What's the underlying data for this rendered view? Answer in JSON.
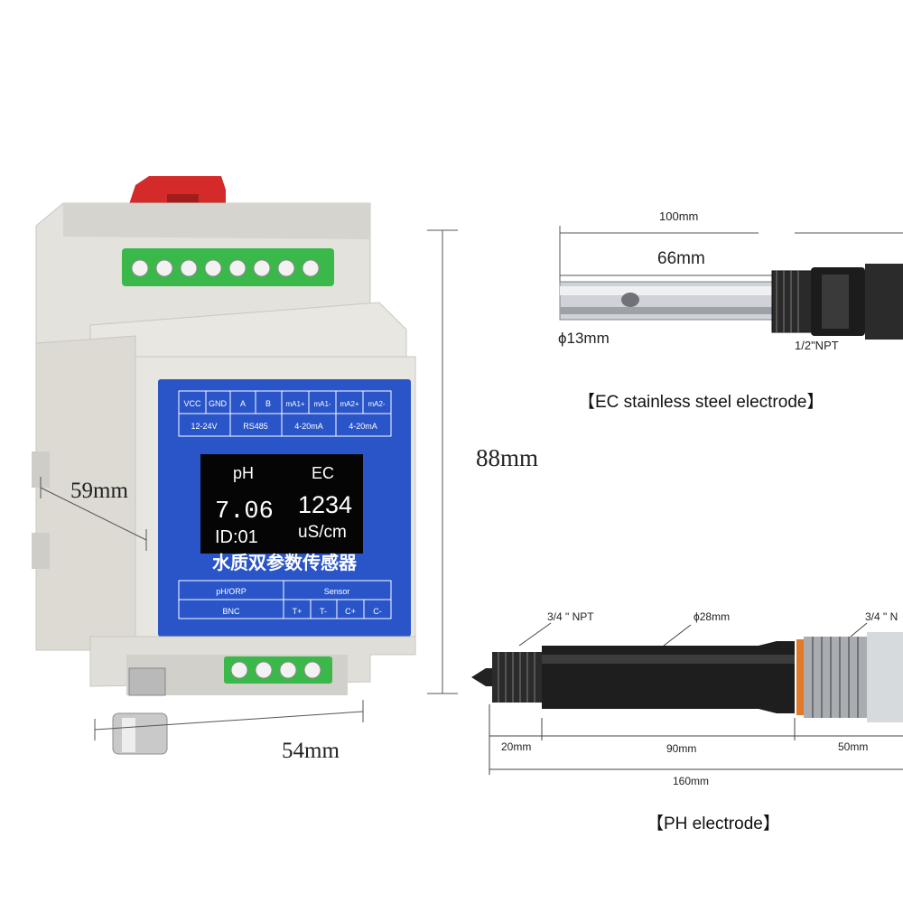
{
  "module": {
    "panel_top": {
      "vcc": "VCC",
      "gnd": "GND",
      "a": "A",
      "b": "B",
      "ma1p": "mA1+",
      "ma1m": "mA1-",
      "ma2p": "mA2+",
      "ma2m": "mA2-",
      "v": "12-24V",
      "rs485": "RS485",
      "ma_range1": "4-20mA",
      "ma_range2": "4-20mA"
    },
    "display": {
      "ph_label": "pH",
      "ec_label": "EC",
      "ph_value": "7.06",
      "ec_value": "1234",
      "id": "ID:01",
      "ec_unit": "uS/cm"
    },
    "title": "水质双参数传感器",
    "panel_bottom": {
      "phorp": "pH/ORP",
      "bnc": "BNC",
      "sensor": "Sensor",
      "tp": "T+",
      "tm": "T-",
      "cp": "C+",
      "cm": "C-"
    },
    "colors": {
      "panel_blue": "#2a55c8",
      "housing": "#e4e2dc",
      "terminal_green": "#3bb84a",
      "clip_red": "#d42a2a"
    }
  },
  "dimensions": {
    "depth": "59mm",
    "width": "54mm",
    "height": "88mm"
  },
  "ec_electrode": {
    "total_length": "100mm",
    "tube_length": "66mm",
    "diameter": "ϕ13mm",
    "thread": "1/2\"NPT",
    "caption": "【EC stainless steel electrode】"
  },
  "ph_electrode": {
    "thread_left": "3/4 \" NPT",
    "diameter": "ϕ28mm",
    "thread_right": "3/4 \" N",
    "seg1": "20mm",
    "seg2": "90mm",
    "seg3": "50mm",
    "total": "160mm",
    "caption": "【PH electrode】"
  }
}
